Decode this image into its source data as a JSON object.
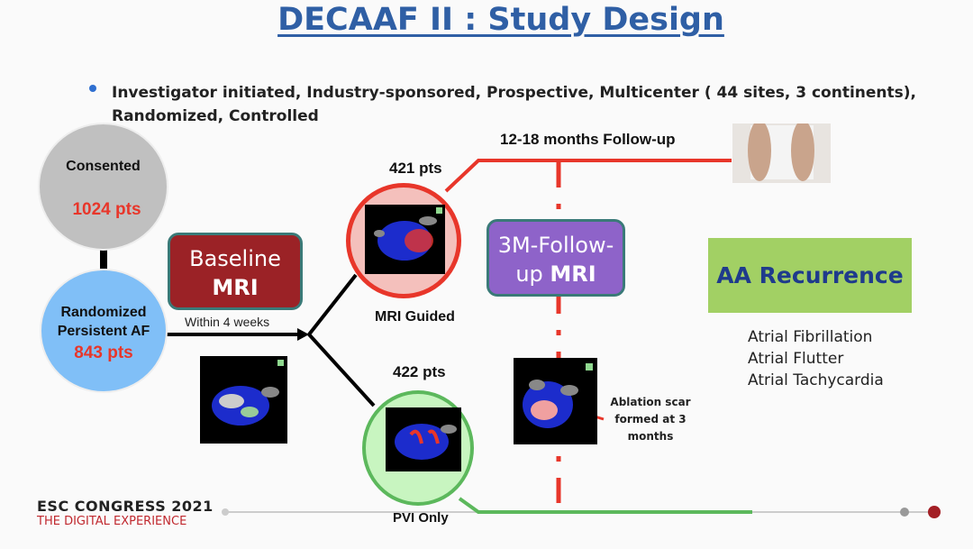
{
  "title": "DECAAF II : Study Design",
  "bullet": "Investigator initiated, Industry-sponsored, Prospective, Multicenter ( 44 sites, 3 continents), Randomized, Controlled",
  "consented": {
    "label": "Consented",
    "count": "1024 pts"
  },
  "randomized": {
    "line1": "Randomized",
    "line2": "Persistent AF",
    "count": "843 pts"
  },
  "baseline": {
    "line1": "Baseline",
    "line2": "MRI",
    "timing": "Within 4 weeks"
  },
  "mri_arm": {
    "count": "421 pts",
    "label": "MRI Guided"
  },
  "pvi_arm": {
    "count": "422 pts",
    "label": "PVI Only"
  },
  "followup": {
    "label": "12-18 months Follow-up"
  },
  "followup_mri": {
    "line1": "3M-Follow-",
    "line2a": "up ",
    "line2b": "MRI"
  },
  "scar_note": "Ablation scar formed at 3 months",
  "outcome": {
    "title": "AA Recurrence",
    "items": [
      "Atrial Fibrillation",
      "Atrial Flutter",
      "Atrial Tachycardia"
    ]
  },
  "footer": {
    "line1": "ESC CONGRESS 2021",
    "line2": "THE DIGITAL EXPERIENCE"
  },
  "colors": {
    "title": "#2f5fa5",
    "mri_arm": "#e8362a",
    "pvi_arm": "#5cb85c",
    "baseline": "#9b2226",
    "followup_mri": "#8e63c9",
    "outcome": "#a2d064"
  }
}
